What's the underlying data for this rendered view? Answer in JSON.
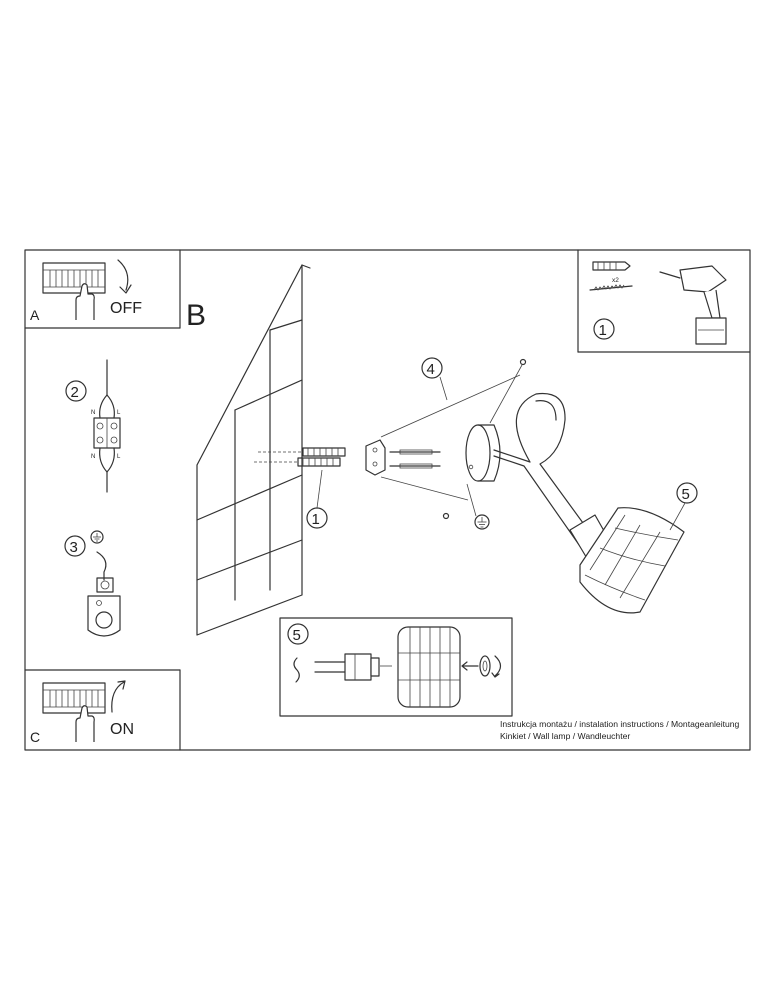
{
  "panels": {
    "a": {
      "letter": "A",
      "action": "OFF"
    },
    "b": {
      "letter": "B"
    },
    "c": {
      "letter": "C",
      "action": "ON"
    }
  },
  "step_numbers": {
    "tools": "1",
    "wiring": "2",
    "ground": "3",
    "wall_plugs": "1",
    "mounting_plate": "4",
    "lamp_head": "5",
    "shade_assembly": "5"
  },
  "wire_labels": {
    "neutral": "N",
    "live": "L"
  },
  "hardware_qty": "x2",
  "caption": {
    "line1": "Instrukcja montażu / instalation instructions / Montageanleitung",
    "line2": "Kinkiet / Wall lamp / Wandleuchter"
  },
  "icons": [
    "breaker-panel-icon",
    "hand-icon",
    "curved-arrow-icon",
    "power-drill-icon",
    "dowel-icon",
    "screw-icon",
    "terminal-block-icon",
    "ground-symbol-icon",
    "lamp-socket-icon",
    "cage-shade-icon"
  ]
}
